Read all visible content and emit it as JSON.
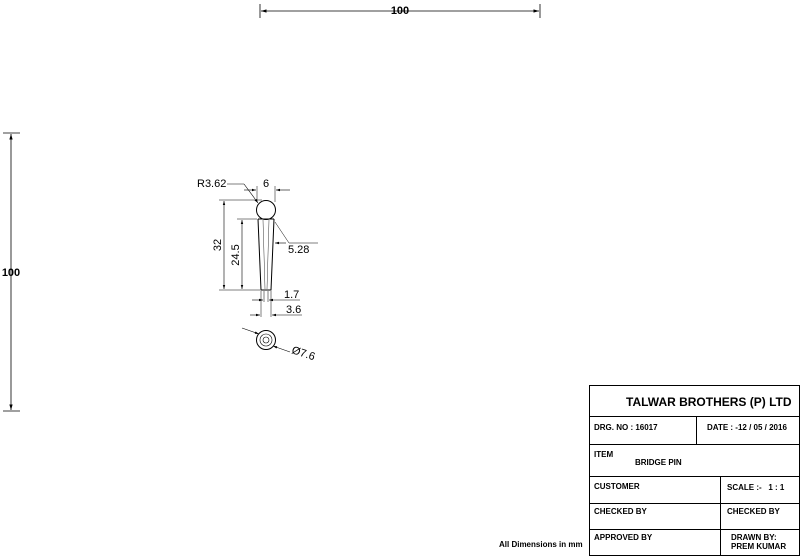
{
  "dimensions": {
    "overall_width": "100",
    "overall_height": "100",
    "ball_radius": "R3.62",
    "ball_width": "6",
    "top_diameter": "5.28",
    "total_length": "32",
    "taper_length": "24.5",
    "tip_small": "1.7",
    "tip_large": "3.6",
    "end_view_diameter": "Ø7.6"
  },
  "note": "All Dimensions in mm",
  "title_block": {
    "company": "TALWAR BROTHERS (P) LTD",
    "drg_no": "DRG. NO : 16017",
    "date": "DATE : -12 / 05 / 2016",
    "item_label": "ITEM",
    "item_value": "BRIDGE PIN",
    "customer": "CUSTOMER",
    "scale": "SCALE :-   1 : 1",
    "checked_by_left": "CHECKED BY",
    "checked_by_right": "CHECKED BY",
    "approved_by": "APPROVED BY",
    "drawn_by_label": "DRAWN BY:",
    "drawn_by_name": "PREM KUMAR"
  }
}
